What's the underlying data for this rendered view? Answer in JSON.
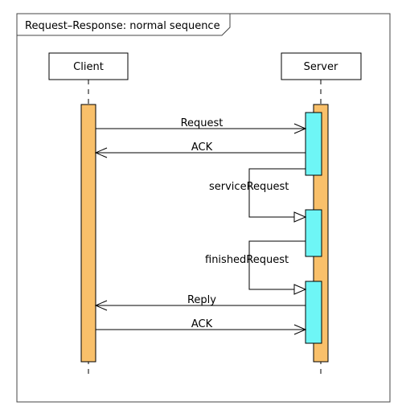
{
  "frame": {
    "title": "Request–Response: normal sequence"
  },
  "participants": [
    {
      "id": "client",
      "label": "Client"
    },
    {
      "id": "server",
      "label": "Server"
    }
  ],
  "messages": [
    {
      "id": "request",
      "label": "Request",
      "from": "client",
      "to": "server"
    },
    {
      "id": "ack-1",
      "label": "ACK",
      "from": "server",
      "to": "client"
    },
    {
      "id": "service-request",
      "label": "serviceRequest",
      "from": "server",
      "to": "server"
    },
    {
      "id": "finished-request",
      "label": "finishedRequest",
      "from": "server",
      "to": "server"
    },
    {
      "id": "reply",
      "label": "Reply",
      "from": "server",
      "to": "client"
    },
    {
      "id": "ack-2",
      "label": "ACK",
      "from": "client",
      "to": "server"
    }
  ],
  "colors": {
    "lifeline_activation": "#F9C06A",
    "execution_activation": "#6EF6F6",
    "stroke": "#000000",
    "frame_stroke": "#444444"
  }
}
